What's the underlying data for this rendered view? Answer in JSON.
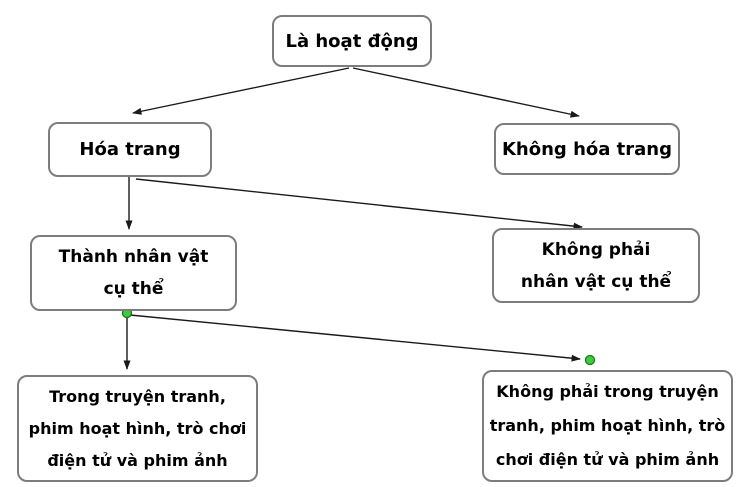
{
  "diagram": {
    "title": "Flowchart of classification by activity (Vietnamese)",
    "colors": {
      "background": "#ffffff",
      "node_border": "#7d7d7d",
      "node_fill": "#ffffff",
      "text": "#000000",
      "connector": "#1a1a1a",
      "dot_fill": "#3fca3f",
      "dot_border": "#157a15"
    },
    "nodes": [
      {
        "id": "la-hoat-dong",
        "lines": [
          "Là hoạt động"
        ]
      },
      {
        "id": "hoa-trang",
        "lines": [
          "Hóa trang"
        ]
      },
      {
        "id": "khong-hoa-trang",
        "lines": [
          "Không hóa trang"
        ]
      },
      {
        "id": "thanh-nhan-vat",
        "lines": [
          "Thành nhân vật",
          "cụ thể"
        ]
      },
      {
        "id": "khong-phai-nhan-vat",
        "lines": [
          "Không phải",
          "nhân vật cụ thể"
        ]
      },
      {
        "id": "trong-truyen",
        "lines": [
          "Trong truyện tranh,",
          "phim hoạt hình, trò chơi",
          "điện tử và phim ảnh"
        ]
      },
      {
        "id": "khong-phai-trong",
        "lines": [
          "Không phải trong truyện",
          "tranh, phim hoạt hình, trò",
          "chơi điện tử và phim ảnh"
        ]
      }
    ],
    "edges": [
      {
        "from": "la-hoat-dong",
        "to": "hoa-trang",
        "arrow": true
      },
      {
        "from": "la-hoat-dong",
        "to": "khong-hoa-trang",
        "arrow": true
      },
      {
        "from": "hoa-trang",
        "to": "thanh-nhan-vat",
        "arrow": true
      },
      {
        "from": "hoa-trang",
        "to": "khong-phai-nhan-vat",
        "arrow": true
      },
      {
        "from": "thanh-nhan-vat",
        "to": "trong-truyen",
        "arrow": true,
        "start_dot": true
      },
      {
        "from": "thanh-nhan-vat",
        "to": "khong-phai-trong",
        "arrow": true,
        "start_dot": true,
        "end_dot": true
      }
    ]
  }
}
